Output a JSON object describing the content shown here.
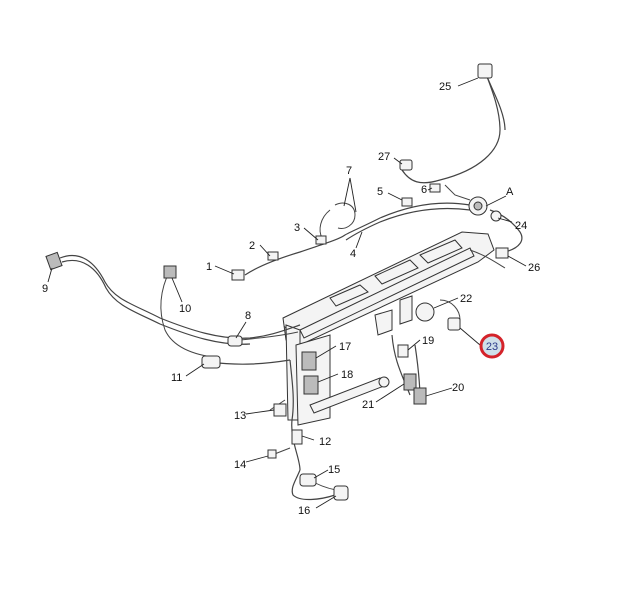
{
  "diagram": {
    "highlight_color": "#d4232a",
    "callouts": [
      {
        "id": "1",
        "text": "1"
      },
      {
        "id": "2",
        "text": "2"
      },
      {
        "id": "3",
        "text": "3"
      },
      {
        "id": "4",
        "text": "4"
      },
      {
        "id": "5",
        "text": "5"
      },
      {
        "id": "6",
        "text": "6"
      },
      {
        "id": "7",
        "text": "7"
      },
      {
        "id": "8",
        "text": "8"
      },
      {
        "id": "9",
        "text": "9"
      },
      {
        "id": "10",
        "text": "10"
      },
      {
        "id": "11",
        "text": "11"
      },
      {
        "id": "12",
        "text": "12"
      },
      {
        "id": "13",
        "text": "13"
      },
      {
        "id": "14",
        "text": "14"
      },
      {
        "id": "15",
        "text": "15"
      },
      {
        "id": "16",
        "text": "16"
      },
      {
        "id": "17",
        "text": "17"
      },
      {
        "id": "18",
        "text": "18"
      },
      {
        "id": "19",
        "text": "19"
      },
      {
        "id": "20",
        "text": "20"
      },
      {
        "id": "21",
        "text": "21"
      },
      {
        "id": "22",
        "text": "22"
      },
      {
        "id": "23",
        "text": "23",
        "highlighted": true
      },
      {
        "id": "24",
        "text": "24"
      },
      {
        "id": "25",
        "text": "25"
      },
      {
        "id": "26",
        "text": "26"
      },
      {
        "id": "27",
        "text": "27"
      },
      {
        "id": "A",
        "text": "A"
      }
    ]
  }
}
